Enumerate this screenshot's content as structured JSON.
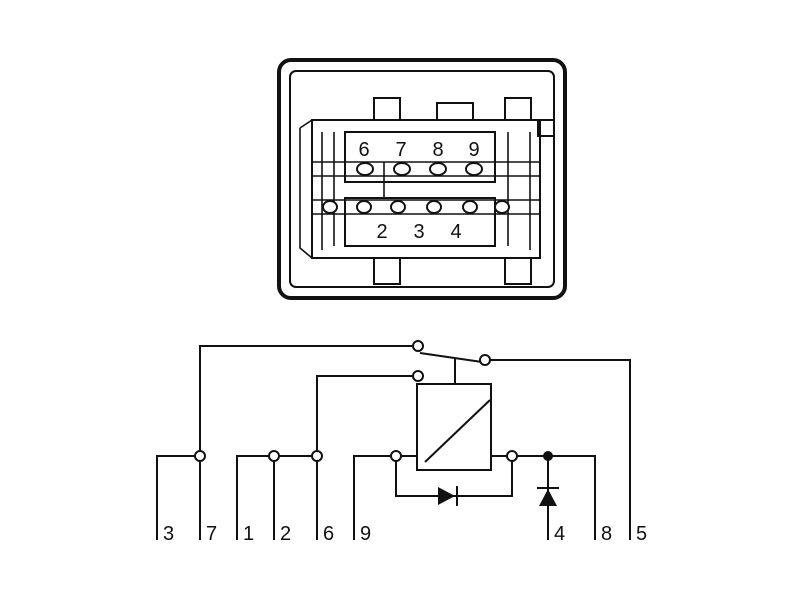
{
  "connector": {
    "top_pins": [
      "6",
      "7",
      "8",
      "9"
    ],
    "bottom_pins": [
      "2",
      "3",
      "4"
    ]
  },
  "terminals": [
    "3",
    "7",
    "1",
    "2",
    "6",
    "9",
    "4",
    "8",
    "5"
  ],
  "colors": {
    "ink": "#111111",
    "background": "#ffffff"
  }
}
